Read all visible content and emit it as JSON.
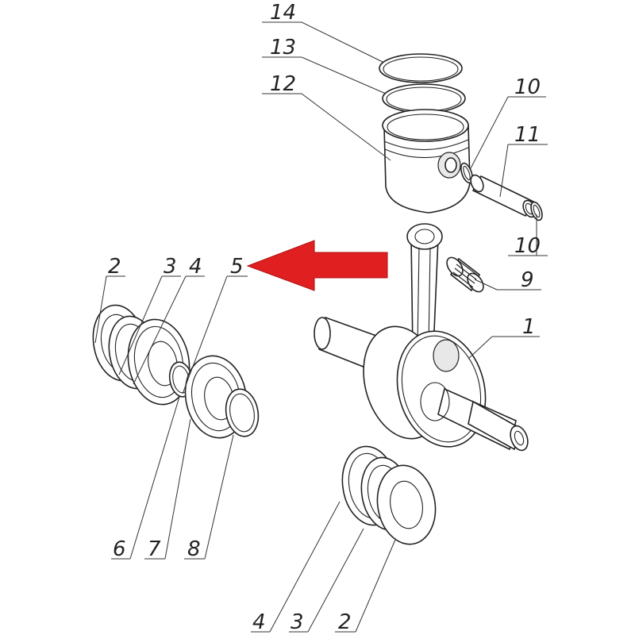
{
  "callouts": {
    "c14": "14",
    "c13": "13",
    "c12": "12",
    "c10a": "10",
    "c11": "11",
    "c10b": "10",
    "c9": "9",
    "c1": "1",
    "c2a": "2",
    "c3a": "3",
    "c4a": "4",
    "c5": "5",
    "c6": "6",
    "c7": "7",
    "c8": "8",
    "c4b": "4",
    "c3b": "3",
    "c2b": "2"
  },
  "colors": {
    "arrow": "#e02020",
    "line": "#222222",
    "background": "#ffffff"
  },
  "icons": {
    "arrow": "red-left-arrow-icon"
  }
}
